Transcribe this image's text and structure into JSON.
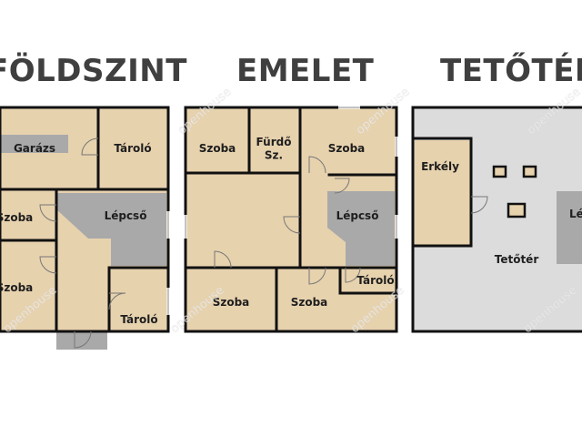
{
  "floors": {
    "ground": {
      "title": "FÖLDSZINT",
      "rooms": {
        "garage": "Garázs",
        "storage_top": "Tároló",
        "room_mid": "Szoba",
        "room_low": "Szoba",
        "stairs": "Lépcső",
        "storage_bottom": "Tároló"
      }
    },
    "upper": {
      "title": "EMELET",
      "rooms": {
        "room_tl": "Szoba",
        "bathroom": "Fürdő\nSz.",
        "room_tr": "Szoba",
        "stairs": "Lépcső",
        "storage": "Tároló",
        "room_bl": "Szoba",
        "room_bm": "Szoba"
      }
    },
    "attic": {
      "title": "TETŐTÉR",
      "rooms": {
        "balcony": "Erkély",
        "attic_space": "Tetőtér",
        "stairs": "Lépcső"
      }
    }
  },
  "colors": {
    "room_fill": "#e7d2ae",
    "stair_fill": "#a9a9a9",
    "attic_fill": "#dcdcdc",
    "wall": "#111111",
    "text": "#1e1e1e"
  },
  "watermark": "openhouse"
}
